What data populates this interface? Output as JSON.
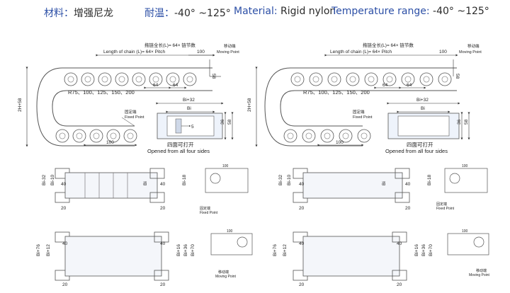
{
  "header": {
    "material_cn_label": "材料：",
    "material_cn_value": "增强尼龙",
    "temp_cn_label": "耐温：",
    "temp_cn_value": "-40° ~125°",
    "material_en_label": "Material: ",
    "material_en_value": "Rigid nylon",
    "temp_en_label": "Temperature range: ",
    "temp_en_value": "-40° ~125°"
  },
  "diagrams": [
    {
      "chain_len_cn": "拖链全长(L)= 64× 链节数",
      "chain_len_en": "Length of chain (L)= 64× Pitch",
      "moving_cn": "移动端",
      "moving_en": "Moving Point",
      "fixed_cn": "固定端",
      "fixed_en": "Fixed Point",
      "dim_100_top": "100",
      "dim_58_right": "58",
      "dim_64_a": "64",
      "dim_64_b": "64",
      "radii": "R75、100、125、150、200",
      "dim_height": "2H+58",
      "dim_100_bottom": "100",
      "section_bi32": "Bi+32",
      "section_bi": "Bi",
      "section_5": "5",
      "section_36": "36",
      "section_58": "58",
      "open_cn": "四面可打开",
      "open_en": "Opened from all four sides"
    },
    {
      "chain_len_cn": "拖链全长(L)= 64× 链节数",
      "chain_len_en": "Length of chain (L)= 64× Pitch",
      "moving_cn": "移动端",
      "moving_en": "Moving Point",
      "fixed_cn": "固定端",
      "fixed_en": "Fixed Point",
      "dim_100_top": "100",
      "dim_58_right": "58",
      "dim_64_a": "64",
      "dim_64_b": "64",
      "radii": "R75、100、125、150、200",
      "dim_height": "2H+58",
      "dim_100_bottom": "100",
      "section_bi32": "Bi+32",
      "section_bi": "Bi",
      "section_36": "36",
      "section_58": "58",
      "open_cn": "四面可打开",
      "open_en": "Opened from all four sides"
    }
  ],
  "brackets": [
    {
      "left_outer": "Bi-32",
      "left_inner": "Bi-10",
      "dim_a": "40",
      "dim_b": "20",
      "mid": "Bi",
      "right_a": "40",
      "right_b": "20",
      "right_v": "Bi-18",
      "side_cn": "固定端",
      "side_en": "Fixed Point",
      "side_top": "100"
    },
    {
      "left_outer": "Bi-32",
      "left_inner": "Bi-10",
      "dim_a": "40",
      "dim_b": "20",
      "mid": "Bi",
      "right_a": "40",
      "right_b": "20",
      "right_v": "Bi-18",
      "side_cn": "固定端",
      "side_en": "Fixed Point",
      "side_top": "100"
    },
    {
      "left_outer": "Bi+76",
      "left_inner": "Bi+12",
      "dim_a": "40",
      "dim_b": "20",
      "right_a": "40",
      "right_b": "20",
      "right_v1": "Bi+16",
      "right_v2": "Bi+36",
      "right_v3": "Bi+70",
      "side_cn": "移动端",
      "side_en": "Moving Point",
      "side_top": "100"
    },
    {
      "left_outer": "Bi+76",
      "left_inner": "Bi+12",
      "dim_a": "40",
      "dim_b": "20",
      "right_a": "40",
      "right_b": "20",
      "right_v1": "Bi+16",
      "right_v2": "Bi+36",
      "right_v3": "Bi+70",
      "side_cn": "移动端",
      "side_en": "Moving Point",
      "side_top": "100"
    }
  ]
}
